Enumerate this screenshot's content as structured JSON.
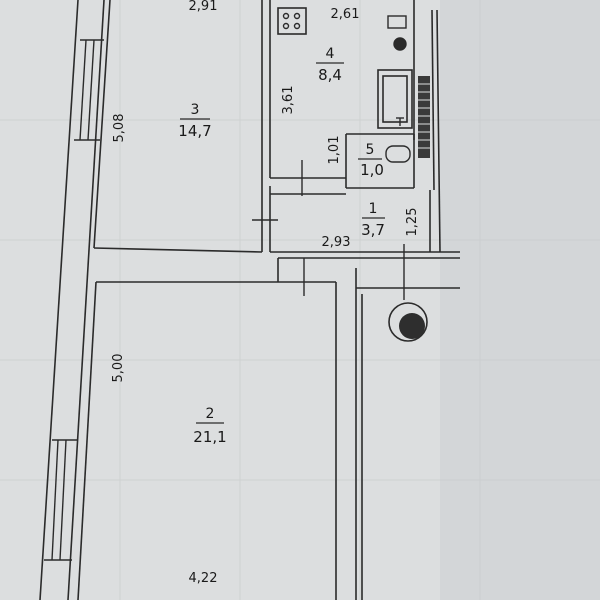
{
  "rooms": [
    {
      "number": "1",
      "area": "3,7"
    },
    {
      "number": "2",
      "area": "21,1"
    },
    {
      "number": "3",
      "area": "14,7"
    },
    {
      "number": "4",
      "area": "8,4"
    },
    {
      "number": "5",
      "area": "1,0"
    }
  ],
  "dimensions": {
    "room1_width": "2,93",
    "room1_depth": "1,25",
    "room2_height": "5,00",
    "room2_width": "4,22",
    "room3_width": "2,91",
    "room3_height": "5,08",
    "room4_width": "2,61",
    "room4_height": "3,61",
    "room5_height": "1,01"
  },
  "colors": {
    "paper": "#dcdedf",
    "ink": "#2b2b2b",
    "grid": "#c5c8ca"
  }
}
